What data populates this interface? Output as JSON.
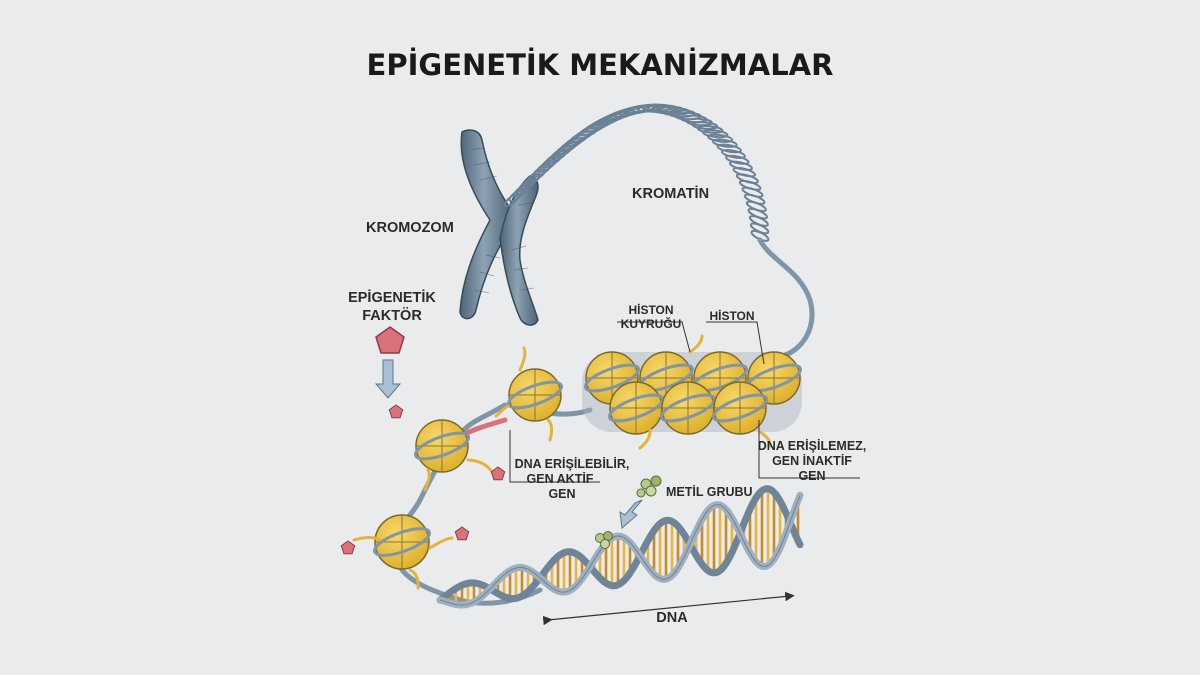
{
  "title": "EPİGENETİK MEKANİZMALAR",
  "labels": {
    "chromosome": "KROMOZOM",
    "chromatin": "KROMATİN",
    "epigenetic_factor_line1": "EPİGENETİK",
    "epigenetic_factor_line2": "FAKTÖR",
    "histone_tail_line1": "HİSTON",
    "histone_tail_line2": "KUYRUĞU",
    "histone": "HİSTON",
    "dna_accessible_line1": "DNA ERİŞİLEBİLİR,",
    "dna_accessible_line2": "GEN AKTİF",
    "dna_accessible_line3": "GEN",
    "dna_inaccessible_line1": "DNA ERİŞİLEMEZ,",
    "dna_inaccessible_line2": "GEN İNAKTİF",
    "dna_inaccessible_line3": "GEN",
    "methyl_group": "METİL GRUBU",
    "dna": "DNA"
  },
  "colors": {
    "background": "#e9ebec",
    "chromosome": "#6d8397",
    "histone": "#efc63d",
    "histone_outline": "#7a6a2a",
    "dna_backbone": "#8a9db0",
    "dna_rungs": "#e8b640",
    "epigenetic_factor": "#d9727a",
    "methyl_group": "#b6c98a",
    "active_segment": "#d9727a"
  },
  "icons": {
    "epigenetic_factor": "pentagon-icon",
    "methyl_group": "methyl-cluster-icon",
    "arrow": "down-arrow-icon"
  }
}
